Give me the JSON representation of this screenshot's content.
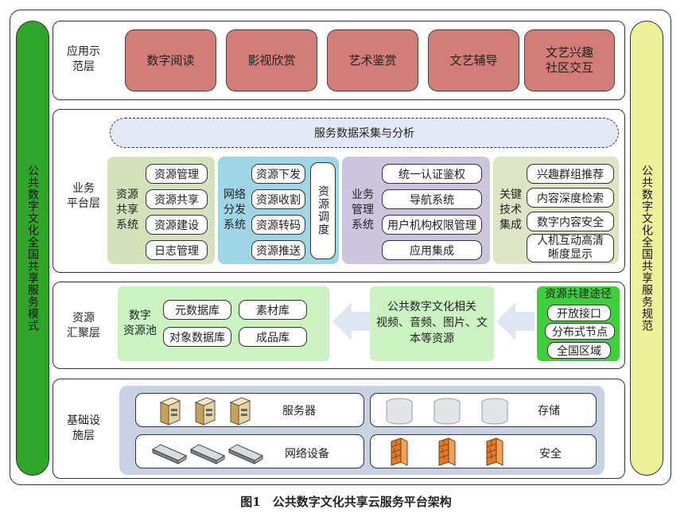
{
  "left_side": "公共数字文化全国共享服务模式",
  "right_side": "公共数字文化全国共享服务规范",
  "application_layer": {
    "label": "应用示\n范层",
    "items": [
      "数字阅读",
      "影视欣赏",
      "艺术鉴赏",
      "文艺辅导",
      "文艺兴趣\n社区交互"
    ]
  },
  "business_layer": {
    "label": "业务\n平台层",
    "banner": "服务数据采集与分析",
    "resource_sharing": {
      "label": "资源\n共享\n系统",
      "items": [
        "资源管理",
        "资源共享",
        "资源建设",
        "日志管理"
      ]
    },
    "network_distribution": {
      "label": "网络\n分发\n系统",
      "items": [
        "资源下发",
        "资源收割",
        "资源转码",
        "资源推送"
      ],
      "side": "资源调度"
    },
    "business_management": {
      "label": "业务\n管理\n系统",
      "items": [
        "统一认证鉴权",
        "导航系统",
        "用户机构权限管理",
        "应用集成"
      ]
    },
    "key_tech": {
      "label": "关键\n技术\n集成",
      "items": [
        "兴趣群组推荐",
        "内容深度检索",
        "数字内容安全",
        "人机互动高清\n晰度显示"
      ]
    }
  },
  "resource_layer": {
    "label": "资源\n汇聚层",
    "pool_label": "数字\n资源池",
    "pool_items": [
      "元数据库",
      "素材库",
      "对象数据库",
      "成品库"
    ],
    "middle_text": "公共数字文化相关\n视频、音频、图片、文\n本等资源",
    "path_title": "资源共建途径",
    "path_items": [
      "开放接口",
      "分布式节点",
      "全国区域"
    ]
  },
  "infra_layer": {
    "label": "基础设\n施层",
    "server": "服务器",
    "storage": "存储",
    "network": "网络设备",
    "security": "安全"
  },
  "caption": "图1　公共数字文化共享云服务平台架构",
  "colors": {
    "left_bar": "#2fa52a",
    "right_bar": "#eef09a",
    "app_boxes": "#d27d78",
    "resource_sharing_panel": "#d4e2bc",
    "network_panel": "#9fd6e6",
    "business_panel": "#cdc4df",
    "key_tech_panel": "#dde5c4",
    "resource_green": "#cbf3c2",
    "path_green": "#3fcf3d",
    "infra_bg": "#c7d3e5"
  }
}
